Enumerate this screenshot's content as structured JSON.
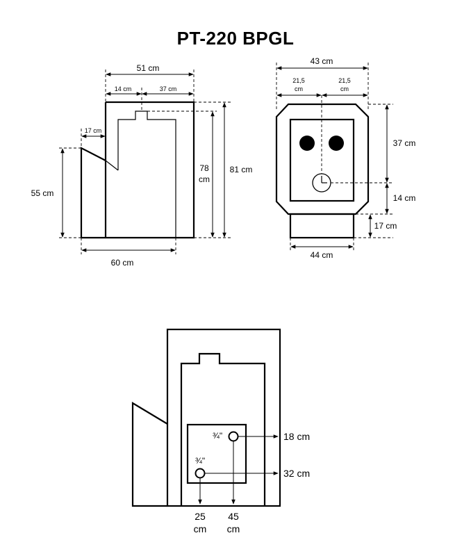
{
  "title": "PT-220 BPGL",
  "side_view": {
    "width_top": "51 cm",
    "seg_left": "14 cm",
    "seg_right": "37 cm",
    "step_width": "17 cm",
    "step_height": "55 cm",
    "height_inner_a": "78",
    "height_inner_b": "cm",
    "height_total": "81 cm",
    "width_bottom": "60 cm"
  },
  "front_view": {
    "width_top": "43 cm",
    "half_left_a": "21,5",
    "half_left_b": "cm",
    "half_right_a": "21,5",
    "half_right_b": "cm",
    "height_upper": "37 cm",
    "height_lower": "14 cm",
    "base_height": "17 cm",
    "base_width": "44 cm"
  },
  "rear_view": {
    "pipe_top_size": "¾\"",
    "pipe_bottom_size": "¾\"",
    "pipe_top_height": "18 cm",
    "pipe_bottom_height": "32 cm",
    "pipe_bottom_x_a": "25",
    "pipe_bottom_x_b": "cm",
    "pipe_top_x_a": "45",
    "pipe_top_x_b": "cm"
  }
}
